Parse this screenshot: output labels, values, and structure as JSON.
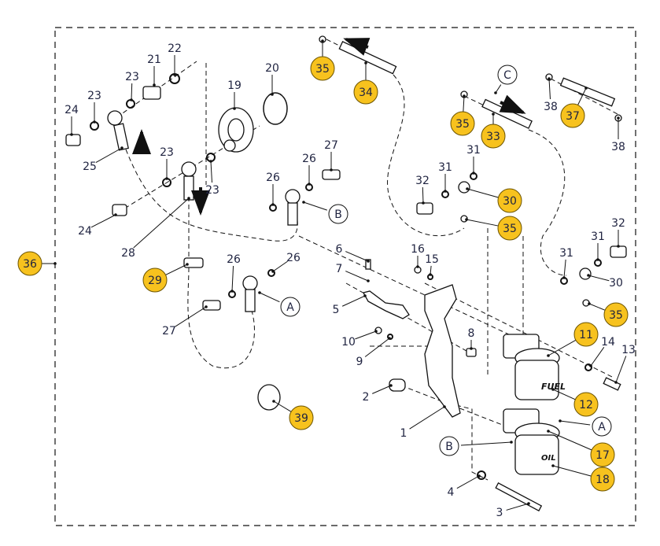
{
  "diagram": {
    "filter_labels": {
      "fuel": "FUEL",
      "oil": "OIL"
    },
    "colors": {
      "callout_fill": "#F7C21E",
      "callout_stroke": "#6b5300",
      "text": "#1f2340",
      "line": "#111111"
    },
    "callouts": [
      {
        "label": "36",
        "style": "highlight"
      },
      {
        "label": "35",
        "style": "highlight"
      },
      {
        "label": "34",
        "style": "highlight"
      },
      {
        "label": "35",
        "style": "highlight"
      },
      {
        "label": "33",
        "style": "highlight"
      },
      {
        "label": "C",
        "style": "reference"
      },
      {
        "label": "37",
        "style": "highlight"
      },
      {
        "label": "38",
        "style": "plain"
      },
      {
        "label": "38",
        "style": "plain"
      },
      {
        "label": "20",
        "style": "plain"
      },
      {
        "label": "19",
        "style": "plain"
      },
      {
        "label": "21",
        "style": "plain"
      },
      {
        "label": "22",
        "style": "plain"
      },
      {
        "label": "23",
        "style": "plain"
      },
      {
        "label": "23",
        "style": "plain"
      },
      {
        "label": "24",
        "style": "plain"
      },
      {
        "label": "25",
        "style": "plain"
      },
      {
        "label": "23",
        "style": "plain"
      },
      {
        "label": "23",
        "style": "plain"
      },
      {
        "label": "24",
        "style": "plain"
      },
      {
        "label": "28",
        "style": "plain"
      },
      {
        "label": "29",
        "style": "highlight"
      },
      {
        "label": "26",
        "style": "plain"
      },
      {
        "label": "26",
        "style": "plain"
      },
      {
        "label": "A",
        "style": "reference"
      },
      {
        "label": "27",
        "style": "plain"
      },
      {
        "label": "39",
        "style": "highlight"
      },
      {
        "label": "26",
        "style": "plain"
      },
      {
        "label": "26",
        "style": "plain"
      },
      {
        "label": "27",
        "style": "plain"
      },
      {
        "label": "B",
        "style": "reference"
      },
      {
        "label": "32",
        "style": "plain"
      },
      {
        "label": "31",
        "style": "plain"
      },
      {
        "label": "31",
        "style": "plain"
      },
      {
        "label": "30",
        "style": "highlight"
      },
      {
        "label": "35",
        "style": "highlight"
      },
      {
        "label": "6",
        "style": "plain"
      },
      {
        "label": "7",
        "style": "plain"
      },
      {
        "label": "16",
        "style": "plain"
      },
      {
        "label": "15",
        "style": "plain"
      },
      {
        "label": "5",
        "style": "plain"
      },
      {
        "label": "10",
        "style": "plain"
      },
      {
        "label": "9",
        "style": "plain"
      },
      {
        "label": "8",
        "style": "plain"
      },
      {
        "label": "11",
        "style": "highlight"
      },
      {
        "label": "14",
        "style": "plain"
      },
      {
        "label": "13",
        "style": "plain"
      },
      {
        "label": "12",
        "style": "highlight"
      },
      {
        "label": "2",
        "style": "plain"
      },
      {
        "label": "1",
        "style": "plain"
      },
      {
        "label": "A",
        "style": "reference"
      },
      {
        "label": "B",
        "style": "reference"
      },
      {
        "label": "17",
        "style": "highlight"
      },
      {
        "label": "18",
        "style": "highlight"
      },
      {
        "label": "4",
        "style": "plain"
      },
      {
        "label": "3",
        "style": "plain"
      },
      {
        "label": "31",
        "style": "plain"
      },
      {
        "label": "31",
        "style": "plain"
      },
      {
        "label": "32",
        "style": "plain"
      },
      {
        "label": "30",
        "style": "plain"
      },
      {
        "label": "35",
        "style": "highlight"
      }
    ]
  }
}
